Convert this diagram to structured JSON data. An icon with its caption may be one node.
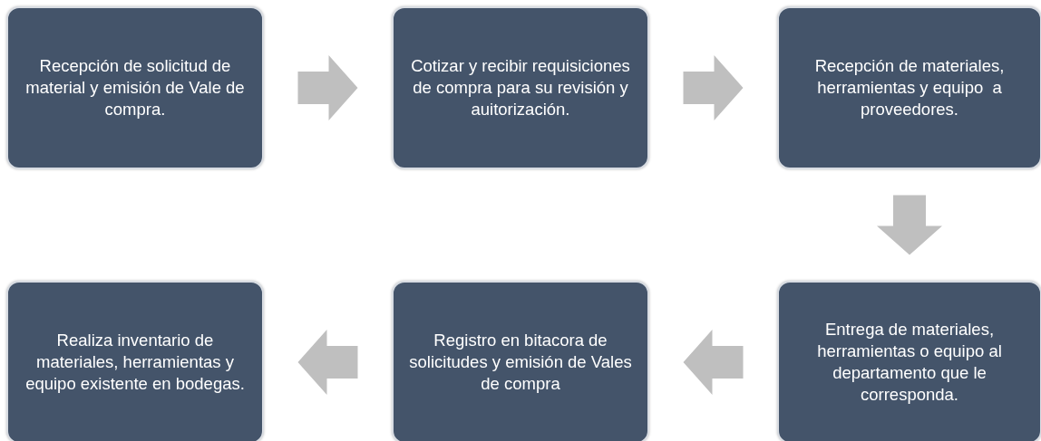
{
  "diagram": {
    "nodes": [
      {
        "text": [
          "Recepción de solicitud de material y emisión de Vale de compra."
        ]
      },
      {
        "text": [
          "Cotizar y recibir requisiciones de compra para su revisión y auitorización."
        ]
      },
      {
        "text": [
          "Recepción de materiales, herramientas y equipo  a proveedores."
        ]
      },
      {
        "text": [
          "Entrega de materiales, herramientas o equipo al departamento que le corresponda."
        ]
      },
      {
        "text": [
          "Registro en bitacora de solicitudes y emisión de Vales de compra"
        ]
      },
      {
        "text": [
          "Realiza inventario de materiales, herramientas y equipo existente en bodegas."
        ]
      }
    ],
    "edges": [
      {
        "from": 0,
        "to": 1,
        "arrow": "to"
      },
      {
        "from": 1,
        "to": 2,
        "arrow": "to"
      },
      {
        "from": 2,
        "to": 3,
        "arrow": "to"
      },
      {
        "from": 3,
        "to": 4,
        "arrow": "to"
      },
      {
        "from": 4,
        "to": 5,
        "arrow": "to"
      }
    ]
  }
}
